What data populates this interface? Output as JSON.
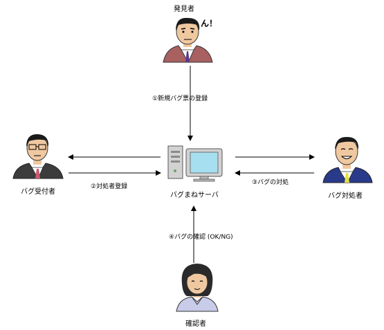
{
  "nodes": {
    "discoverer": {
      "label": "発見者",
      "exclaim": "ん！",
      "icon": "businessman-icon"
    },
    "receiver": {
      "label": "バグ受付者",
      "icon": "man-with-glasses-icon"
    },
    "server": {
      "label": "バグまねサーバ",
      "icon": "server-computer-icon"
    },
    "handler": {
      "label": "バグ対処者",
      "icon": "smiling-man-icon"
    },
    "confirmer": {
      "label": "確認者",
      "icon": "woman-icon"
    }
  },
  "steps": [
    {
      "label": "①新規バグ票の登録"
    },
    {
      "label": "②対処者登録"
    },
    {
      "label": "③バグの対処"
    },
    {
      "label": "④バグの確認 (OK/NG)"
    }
  ]
}
